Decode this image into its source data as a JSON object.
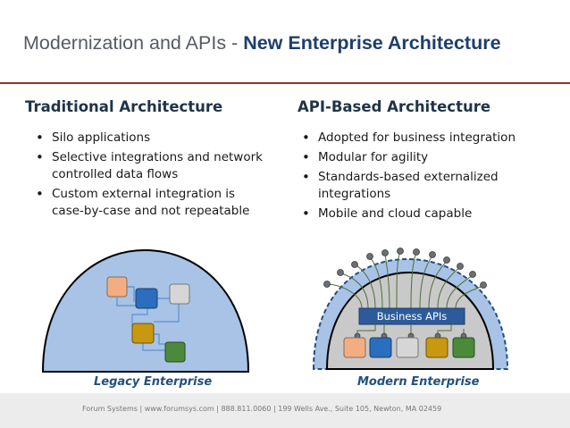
{
  "slide": {
    "title_prefix": "Modernization and APIs - ",
    "title_bold": "New Enterprise Architecture",
    "accent_rule_color": "#9a3028"
  },
  "traditional": {
    "heading": "Traditional Architecture",
    "bullets": [
      "Silo applications",
      "Selective integrations and network controlled data flows",
      "Custom external integration is case-by-case and not repeatable"
    ],
    "caption": "Legacy Enterprise"
  },
  "api_based": {
    "heading": "API-Based Architecture",
    "bullets": [
      "Adopted for business integration",
      "Modular for agility",
      "Standards-based externalized integrations",
      "Mobile and cloud capable"
    ],
    "caption": "Modern Enterprise",
    "business_apis_label": "Business APIs"
  },
  "colors": {
    "dome_fill": "#a8c3e6",
    "inner_dome_fill": "#c9c9c9",
    "app_salmon": "#f2ad82",
    "app_blue": "#2a6ebd",
    "app_gray": "#d6d6d6",
    "app_gold": "#c79810",
    "app_green": "#4a8a3a",
    "api_bar": "#2d5b9a",
    "connector_green": "#4d6e3a"
  },
  "footer": {
    "text": "Forum Systems   |   www.forumsys.com   |   888.811.0060   |   199 Wells Ave., Suite 105, Newton, MA 02459"
  }
}
